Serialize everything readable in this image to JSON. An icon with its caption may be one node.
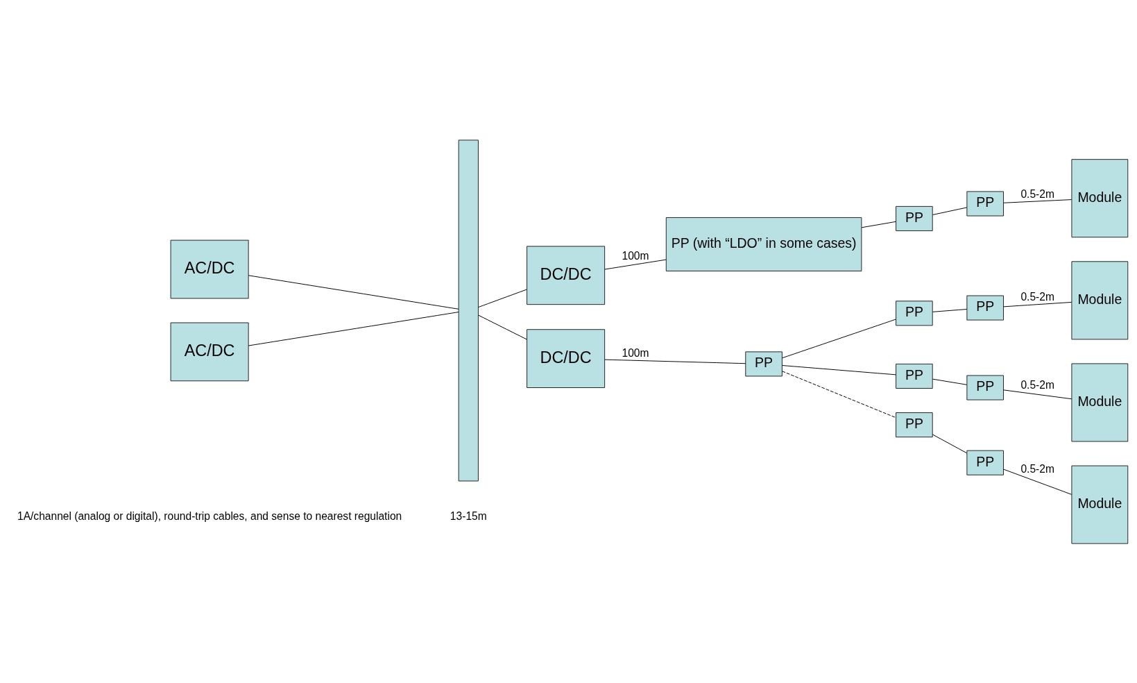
{
  "diagram": {
    "nodes": [
      {
        "text": [
          "AC/DC"
        ]
      },
      {
        "text": [],
        "shape": "bar"
      },
      {
        "text": [
          "DC/DC"
        ]
      },
      {
        "text": [
          "PP (with “LDO” in some cases)"
        ]
      },
      {
        "text": [
          "PP"
        ]
      },
      {
        "text": [
          "PP"
        ]
      },
      {
        "text": [
          "Module"
        ]
      },
      {
        "text": [
          "AC/DC"
        ]
      },
      {
        "text": [
          "DC/DC"
        ]
      },
      {
        "text": [
          "PP"
        ]
      },
      {
        "text": [
          "PP"
        ]
      },
      {
        "text": [
          "PP"
        ]
      },
      {
        "text": [
          "Module"
        ]
      },
      {
        "text": [
          "PP"
        ]
      },
      {
        "text": [
          "PP"
        ]
      },
      {
        "text": [
          "Module"
        ]
      },
      {
        "text": [
          "PP"
        ]
      },
      {
        "text": [
          "PP"
        ]
      },
      {
        "text": [
          "Module"
        ]
      }
    ],
    "edges": [
      {
        "from": 0,
        "to": 1,
        "arrow": "none"
      },
      {
        "from": 1,
        "to": 2,
        "arrow": "none"
      },
      {
        "from": 2,
        "to": 3,
        "arrow": "none",
        "label": "100m"
      },
      {
        "from": 3,
        "to": 4,
        "arrow": "none"
      },
      {
        "from": 4,
        "to": 5,
        "arrow": "none"
      },
      {
        "from": 5,
        "to": 6,
        "arrow": "none",
        "label": "0.5-2m"
      },
      {
        "from": 7,
        "to": 1,
        "arrow": "none"
      },
      {
        "from": 1,
        "to": 8,
        "arrow": "none"
      },
      {
        "from": 8,
        "to": 9,
        "arrow": "none",
        "label": "100m"
      },
      {
        "from": 9,
        "to": 10,
        "arrow": "none"
      },
      {
        "from": 10,
        "to": 11,
        "arrow": "none"
      },
      {
        "from": 11,
        "to": 12,
        "arrow": "none",
        "label": "0.5-2m"
      },
      {
        "from": 9,
        "to": 13,
        "arrow": "none"
      },
      {
        "from": 13,
        "to": 14,
        "arrow": "none"
      },
      {
        "from": 14,
        "to": 15,
        "arrow": "none",
        "label": "0.5-2m"
      },
      {
        "from": 9,
        "to": 16,
        "arrow": "none",
        "style": "dashed"
      },
      {
        "from": 16,
        "to": 17,
        "arrow": "none"
      },
      {
        "from": 17,
        "to": 18,
        "arrow": "none",
        "label": "0.5-2m"
      }
    ],
    "labels": [
      "1A/channel (analog or digital), round-trip cables, and sense to nearest regulation",
      "13-15m"
    ]
  }
}
